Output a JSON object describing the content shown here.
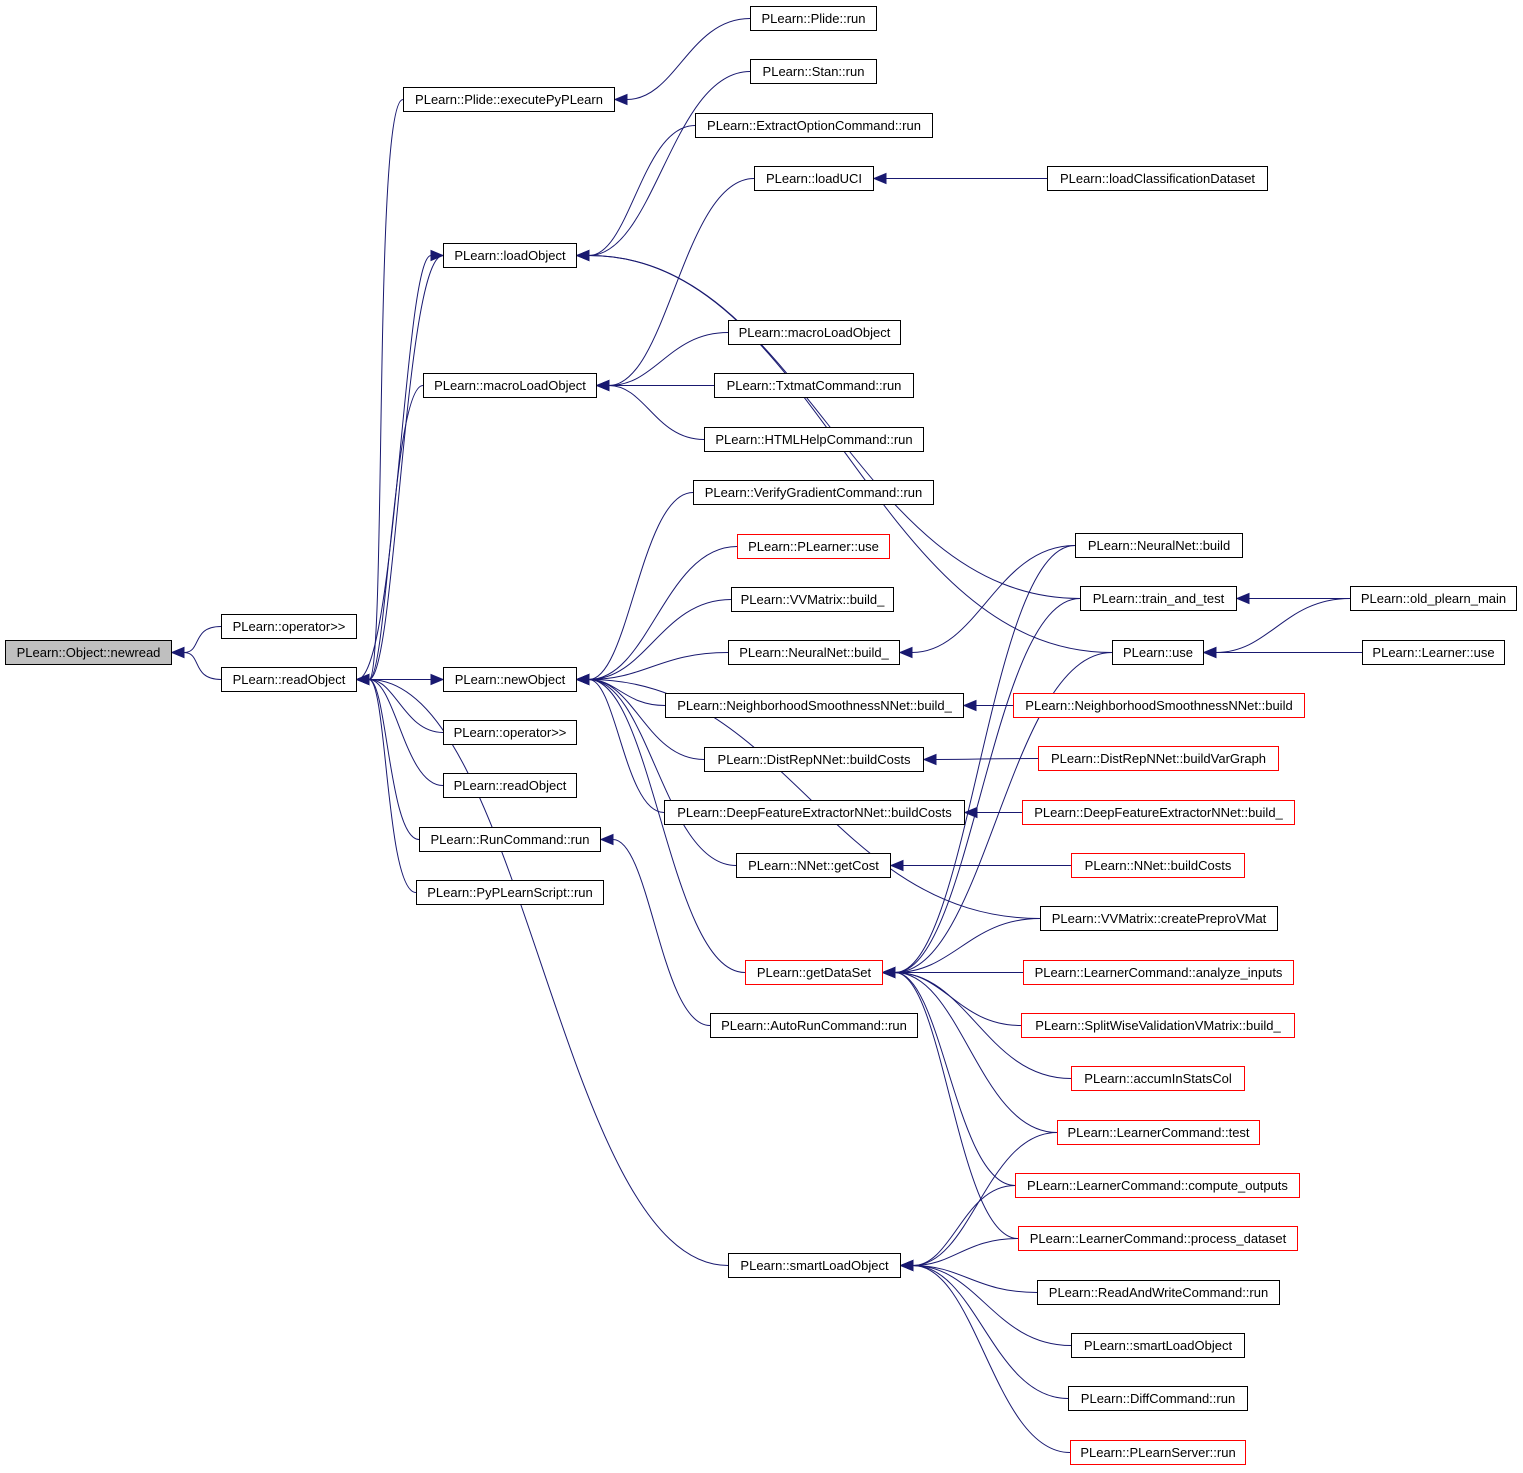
{
  "colors": {
    "edge": "#191970",
    "node_border": "#000000",
    "partial_border": "#ff0000",
    "root_fill": "#bfbfbf"
  },
  "nodes": {
    "newread": "PLearn::Object::newread",
    "opshift1": "PLearn::operator>>",
    "readObject": "PLearn::readObject",
    "executePyPLearn": "PLearn::Plide::executePyPLearn",
    "plideRun": "PLearn::Plide::run",
    "stanRun": "PLearn::Stan::run",
    "extractOption": "PLearn::ExtractOptionCommand::run",
    "loadUCI": "PLearn::loadUCI",
    "loadClassification": "PLearn::loadClassificationDataset",
    "loadObject": "PLearn::loadObject",
    "macroLoad1": "PLearn::macroLoadObject",
    "macroLoad2": "PLearn::macroLoadObject",
    "txtmat": "PLearn::TxtmatCommand::run",
    "htmlHelp": "PLearn::HTMLHelpCommand::run",
    "verifyGrad": "PLearn::VerifyGradientCommand::run",
    "plearnerUse": "PLearn::PLearner::use",
    "vvBuild": "PLearn::VVMatrix::build_",
    "neuralBuild_": "PLearn::NeuralNet::build_",
    "newObject": "PLearn::newObject",
    "neighBuild_": "PLearn::NeighborhoodSmoothnessNNet::build_",
    "distRepCosts": "PLearn::DistRepNNet::buildCosts",
    "deepCosts": "PLearn::DeepFeatureExtractorNNet::buildCosts",
    "nnetGetCost": "PLearn::NNet::getCost",
    "opshift2": "PLearn::operator>>",
    "readObject2": "PLearn::readObject",
    "runCommand": "PLearn::RunCommand::run",
    "pyScript": "PLearn::PyPLearnScript::run",
    "getDataSet": "PLearn::getDataSet",
    "autoRun": "PLearn::AutoRunCommand::run",
    "smartLoad": "PLearn::smartLoadObject",
    "neuralBuild": "PLearn::NeuralNet::build",
    "trainTest": "PLearn::train_and_test",
    "use": "PLearn::use",
    "oldMain": "PLearn::old_plearn_main",
    "learnerUse": "PLearn::Learner::use",
    "neighBuild": "PLearn::NeighborhoodSmoothnessNNet::build",
    "distRepVar": "PLearn::DistRepNNet::buildVarGraph",
    "deepBuild_": "PLearn::DeepFeatureExtractorNNet::build_",
    "nnetBuildCosts": "PLearn::NNet::buildCosts",
    "createPrepro": "PLearn::VVMatrix::createPreproVMat",
    "analyzeInputs": "PLearn::LearnerCommand::analyze_inputs",
    "splitWise": "PLearn::SplitWiseValidationVMatrix::build_",
    "accumStats": "PLearn::accumInStatsCol",
    "learnerTest": "PLearn::LearnerCommand::test",
    "computeOutputs": "PLearn::LearnerCommand::compute_outputs",
    "processDataset": "PLearn::LearnerCommand::process_dataset",
    "readWrite": "PLearn::ReadAndWriteCommand::run",
    "smartLoad2": "PLearn::smartLoadObject",
    "diffRun": "PLearn::DiffCommand::run",
    "serverRun": "PLearn::PLearnServer::run"
  },
  "partial": [
    "plearnerUse",
    "neighBuild",
    "distRepVar",
    "deepBuild_",
    "nnetBuildCosts",
    "getDataSet",
    "analyzeInputs",
    "splitWise",
    "accumStats",
    "learnerTest",
    "computeOutputs",
    "processDataset",
    "serverRun"
  ],
  "root": "newread",
  "edges": [
    [
      "opshift1",
      "newread"
    ],
    [
      "readObject",
      "newread"
    ],
    [
      "plideRun",
      "executePyPLearn"
    ],
    [
      "stanRun",
      "loadObject"
    ],
    [
      "extractOption",
      "loadObject"
    ],
    [
      "trainTest",
      "loadObject"
    ],
    [
      "use",
      "loadObject"
    ],
    [
      "loadClassification",
      "loadUCI"
    ],
    [
      "loadUCI",
      "macroLoad1"
    ],
    [
      "macroLoad2",
      "macroLoad1"
    ],
    [
      "txtmat",
      "macroLoad1"
    ],
    [
      "htmlHelp",
      "macroLoad1"
    ],
    [
      "executePyPLearn",
      "readObject"
    ],
    [
      "loadObject",
      "readObject"
    ],
    [
      "macroLoad1",
      "readObject"
    ],
    [
      "readObject",
      "loadObject"
    ],
    [
      "newObject",
      "readObject"
    ],
    [
      "opshift2",
      "readObject"
    ],
    [
      "readObject2",
      "readObject"
    ],
    [
      "runCommand",
      "readObject"
    ],
    [
      "pyScript",
      "readObject"
    ],
    [
      "smartLoad",
      "readObject"
    ],
    [
      "readObject",
      "newObject"
    ],
    [
      "verifyGrad",
      "newObject"
    ],
    [
      "plearnerUse",
      "newObject"
    ],
    [
      "vvBuild",
      "newObject"
    ],
    [
      "neuralBuild_",
      "newObject"
    ],
    [
      "neighBuild_",
      "newObject"
    ],
    [
      "distRepCosts",
      "newObject"
    ],
    [
      "deepCosts",
      "newObject"
    ],
    [
      "nnetGetCost",
      "newObject"
    ],
    [
      "createPrepro",
      "newObject"
    ],
    [
      "getDataSet",
      "newObject"
    ],
    [
      "neuralBuild",
      "neuralBuild_"
    ],
    [
      "neighBuild",
      "neighBuild_"
    ],
    [
      "distRepVar",
      "distRepCosts"
    ],
    [
      "deepBuild_",
      "deepCosts"
    ],
    [
      "nnetBuildCosts",
      "nnetGetCost"
    ],
    [
      "autoRun",
      "runCommand"
    ],
    [
      "oldMain",
      "trainTest"
    ],
    [
      "oldMain",
      "use"
    ],
    [
      "learnerUse",
      "use"
    ],
    [
      "neuralBuild",
      "getDataSet"
    ],
    [
      "trainTest",
      "getDataSet"
    ],
    [
      "use",
      "getDataSet"
    ],
    [
      "createPrepro",
      "getDataSet"
    ],
    [
      "analyzeInputs",
      "getDataSet"
    ],
    [
      "splitWise",
      "getDataSet"
    ],
    [
      "accumStats",
      "getDataSet"
    ],
    [
      "learnerTest",
      "getDataSet"
    ],
    [
      "computeOutputs",
      "getDataSet"
    ],
    [
      "processDataset",
      "getDataSet"
    ],
    [
      "learnerTest",
      "smartLoad"
    ],
    [
      "computeOutputs",
      "smartLoad"
    ],
    [
      "processDataset",
      "smartLoad"
    ],
    [
      "readWrite",
      "smartLoad"
    ],
    [
      "smartLoad2",
      "smartLoad"
    ],
    [
      "diffRun",
      "smartLoad"
    ],
    [
      "serverRun",
      "smartLoad"
    ]
  ]
}
